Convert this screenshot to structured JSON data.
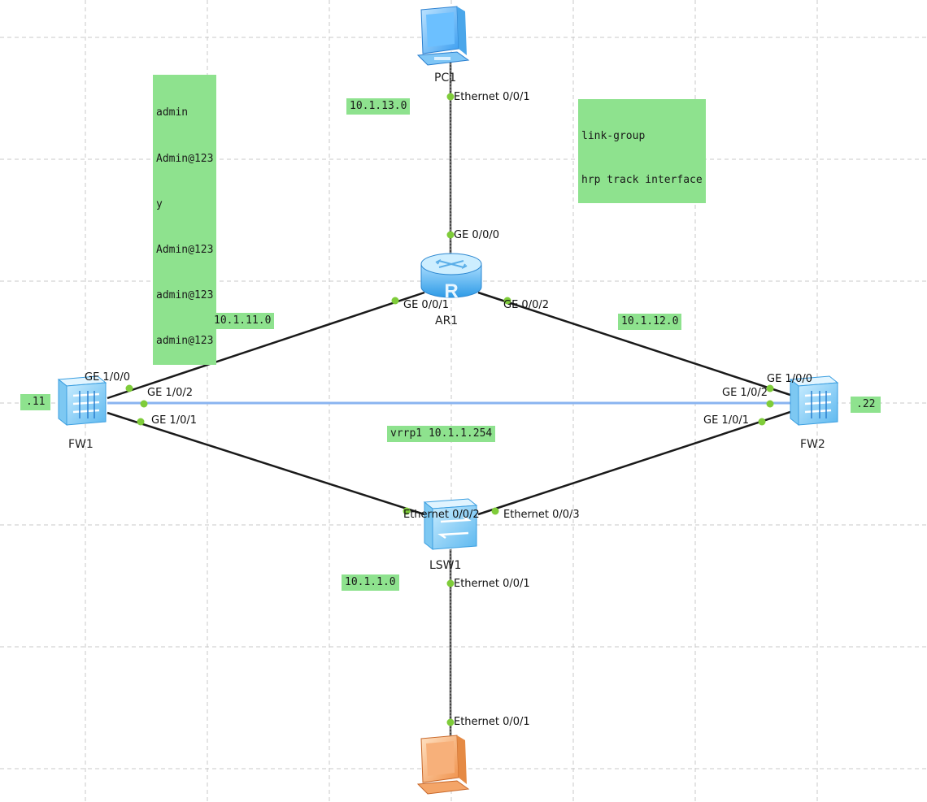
{
  "notes": {
    "credentials": [
      "admin",
      "Admin@123",
      "y",
      "Admin@123",
      "admin@123",
      "admin@123"
    ],
    "link_group": [
      "link-group",
      "hrp track interface"
    ],
    "net_pc1": "10.1.13.0",
    "net_fw1": "10.1.11.0",
    "net_fw2": "10.1.12.0",
    "vrrp": "vrrp1 10.1.1.254",
    "net_lan": "10.1.1.0",
    "fw1_ip": ".11",
    "fw2_ip": ".22"
  },
  "devices": {
    "pc1": "PC1",
    "ar1": "AR1",
    "fw1": "FW1",
    "fw2": "FW2",
    "lsw1": "LSW1"
  },
  "ports": {
    "pc1_eth": "Ethernet 0/0/1",
    "ar1_ge000": "GE 0/0/0",
    "ar1_ge001": "GE 0/0/1",
    "ar1_ge002": "GE 0/0/2",
    "fw1_ge100": "GE 1/0/0",
    "fw1_ge102": "GE 1/0/2",
    "fw1_ge101": "GE 1/0/1",
    "fw2_ge100": "GE 1/0/0",
    "fw2_ge102": "GE 1/0/2",
    "fw2_ge101": "GE 1/0/1",
    "lsw1_eth002": "Ethernet 0/0/2",
    "lsw1_eth003": "Ethernet 0/0/3",
    "lsw1_eth001": "Ethernet 0/0/1",
    "pc2_eth": "Ethernet 0/0/1"
  },
  "colors": {
    "note_bg": "#8ee28e",
    "link": "#1a1a1a",
    "hrp_link": "#8ab4f0",
    "port_dot": "#7fcc3a",
    "grid": "#c8c8c8"
  }
}
